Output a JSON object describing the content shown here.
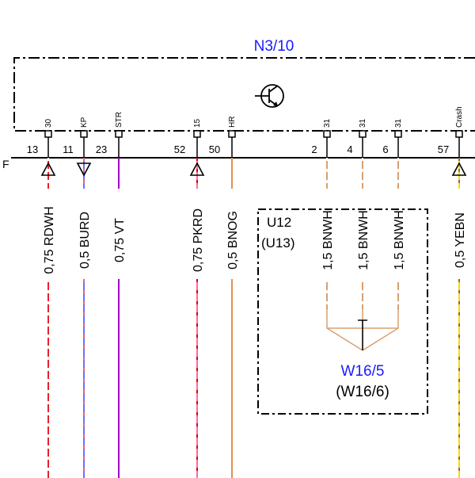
{
  "module": {
    "label": "N3/10",
    "label_color": "#1a1aff"
  },
  "connector_row": {
    "letter": "F"
  },
  "pins": [
    {
      "name": "30",
      "num": "13",
      "wire": "0,75 RDWH",
      "color": "#e8202a",
      "stripe": "#ffffff",
      "arrow": "up"
    },
    {
      "name": "KP",
      "num": "11",
      "wire": "0,5 BURD",
      "color": "#7070ff",
      "stripe": "#ff6060",
      "arrow": "down"
    },
    {
      "name": "STR",
      "num": "23",
      "wire": "0,75 VT",
      "color": "#a000c8",
      "stripe": "",
      "arrow": "none"
    },
    {
      "name": "15",
      "num": "52",
      "wire": "0,75 PKRD",
      "color": "#ff6aa0",
      "stripe": "#e00000",
      "arrow": "up"
    },
    {
      "name": "HR",
      "num": "50",
      "wire": "0,5 BNOG",
      "color": "#e09050",
      "stripe": "",
      "arrow": "none"
    },
    {
      "name": "31",
      "num": "2",
      "wire": "1,5 BNWH",
      "color": "#d8a070",
      "stripe": "#ffffff",
      "arrow": "none"
    },
    {
      "name": "31",
      "num": "4",
      "wire": "1,5 BNWH",
      "color": "#d8a070",
      "stripe": "#ffffff",
      "arrow": "none"
    },
    {
      "name": "31",
      "num": "6",
      "wire": "1,5 BNWH",
      "color": "#d8a070",
      "stripe": "#ffffff",
      "arrow": "none"
    },
    {
      "name": "Crash",
      "num": "57",
      "wire": "0,5 YEBN",
      "color": "#f0e000",
      "stripe": "#b06020",
      "arrow": "up"
    }
  ],
  "ground_box": {
    "title": "U12",
    "subtitle": "(U13)"
  },
  "ground_point": {
    "label": "W16/5",
    "label_color": "#1a1aff",
    "alt": "(W16/6)"
  }
}
